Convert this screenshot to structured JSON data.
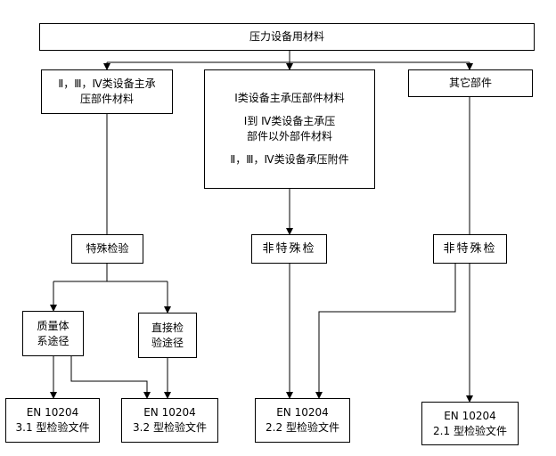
{
  "nodes": {
    "top": {
      "label": "压力设备用材料"
    },
    "left_top": {
      "line1": "Ⅱ，Ⅲ，Ⅳ类设备主承",
      "line2": "压部件材料"
    },
    "middle_top": {
      "line1": "Ⅰ类设备主承压部件材料",
      "line2": "Ⅰ到 Ⅳ类设备主承压",
      "line3": "部件以外部件材料",
      "line4": "Ⅱ，Ⅲ，Ⅳ类设备承压附件"
    },
    "right_top": {
      "label": "其它部件"
    },
    "special_inspection": {
      "label": "特殊检验"
    },
    "middle_nonspecial": {
      "label": "非特殊检"
    },
    "right_nonspecial": {
      "label": "非特殊检"
    },
    "quality_system": {
      "line1": "质量体",
      "line2": "系途径"
    },
    "direct_inspection": {
      "line1": "直接检",
      "line2": "验途径"
    },
    "doc_31": {
      "line1": "EN 10204",
      "line2": "3.1 型检验文件"
    },
    "doc_32": {
      "line1": "EN 10204",
      "line2": "3.2 型检验文件"
    },
    "doc_22": {
      "line1": "EN 10204",
      "line2": "2.2 型检验文件"
    },
    "doc_21": {
      "line1": "EN 10204",
      "line2": "2.1 型检验文件"
    }
  }
}
